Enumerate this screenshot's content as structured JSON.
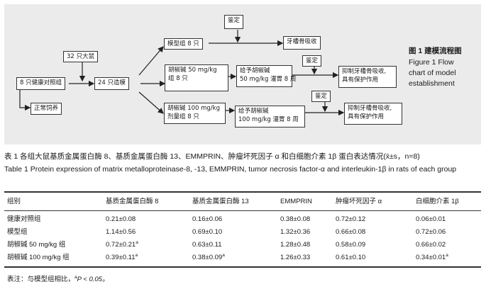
{
  "figure": {
    "boxes": {
      "jianding1": "鉴定",
      "model8": "模型组 8 只",
      "ya_gu_xishou": "牙槽骨吸收",
      "rats32": "32 只大鼠",
      "hujiao50_a": "胡椒碱  50 mg/kg",
      "hujiao50_b": "组 8 只",
      "gei50_a": "给予胡椒碱",
      "gei50_b": "50 mg/kg 灌胃 8 周",
      "jianding2": "鉴定",
      "yizhi1_a": "抑制牙槽骨吸收,",
      "yizhi1_b": "具有保护作用",
      "control8": "8 只健康对照组",
      "zaomo24": "24 只造模",
      "zhengchang": "正常饲养",
      "jianding3": "鉴定",
      "hujiao100_a": "胡椒碱 100 mg/kg",
      "hujiao100_b": "剂量组 8 只",
      "gei100_a": "给予胡椒碱",
      "gei100_b": "100 mg/kg 灌胃 8 周",
      "yizhi2_a": "抑制牙槽骨吸收,",
      "yizhi2_b": "具有保护作用"
    },
    "caption": {
      "cn": "图 1   建模流程图",
      "en1": "Figure 1   Flow",
      "en2": "chart of model",
      "en3": "establishment"
    }
  },
  "table": {
    "title_cn": "表 1   各组大鼠基质金属蛋白酶 8、基质金属蛋白酶 13、EMMPRIN、肿瘤坏死因子 α 和白细胞介素 1β 蛋白表达情况(x̄±s，n=8)",
    "title_en": "Table 1   Protein expression of matrix metalloproteinase-8, -13, EMMPRIN, tumor necrosis factor-α and interleukin-1β in rats of each group",
    "headers": [
      "组别",
      "基质金属蛋白酶 8",
      "基质金属蛋白酶 13",
      "EMMPRIN",
      "肿瘤坏死因子 α",
      "白细胞介素 1β"
    ],
    "rows": [
      {
        "group": "健康对照组",
        "v": [
          [
            "0.21±0.08",
            ""
          ],
          [
            "0.16±0.06",
            ""
          ],
          [
            "0.38±0.08",
            ""
          ],
          [
            "0.72±0.12",
            ""
          ],
          [
            "0.06±0.01",
            ""
          ]
        ]
      },
      {
        "group": "模型组",
        "v": [
          [
            "1.14±0.56",
            ""
          ],
          [
            "0.69±0.10",
            ""
          ],
          [
            "1.32±0.36",
            ""
          ],
          [
            "0.66±0.08",
            ""
          ],
          [
            "0.72±0.06",
            ""
          ]
        ]
      },
      {
        "group": "胡椒碱 50 mg/kg 组",
        "v": [
          [
            "0.72±0.21",
            "a"
          ],
          [
            "0.63±0.11",
            ""
          ],
          [
            "1.28±0.48",
            ""
          ],
          [
            "0.58±0.09",
            ""
          ],
          [
            "0.66±0.02",
            ""
          ]
        ]
      },
      {
        "group": "胡椒碱 100 mg/kg 组",
        "v": [
          [
            "0.39±0.11",
            "a"
          ],
          [
            "0.38±0.09",
            "a"
          ],
          [
            "1.26±0.33",
            ""
          ],
          [
            "0.61±0.10",
            ""
          ],
          [
            "0.34±0.01",
            "a"
          ]
        ]
      }
    ],
    "note_prefix": "表注：与模型组相比，",
    "note_sup": "a",
    "note_suffix": "P < 0.05。"
  },
  "colors": {
    "figure_bg": "#ebebeb",
    "box_border": "#333333",
    "text": "#1a1a1a"
  }
}
